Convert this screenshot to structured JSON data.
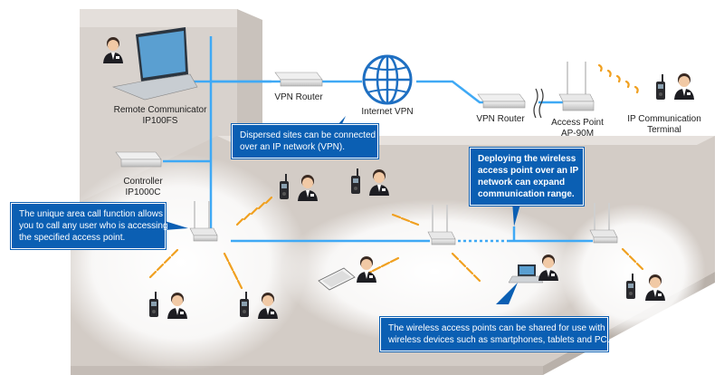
{
  "labels": {
    "remote_communicator": "Remote Communicator",
    "remote_model": "IP100FS",
    "vpn_router_left": "VPN Router",
    "internet_vpn": "Internet VPN",
    "vpn_router_right": "VPN Router",
    "access_point": "Access Point",
    "access_point_model": "AP-90M",
    "ip_terminal_line1": "IP Communication",
    "ip_terminal_line2": "Terminal",
    "controller": "Controller",
    "controller_model": "IP1000C"
  },
  "callouts": {
    "vpn_line1": "Dispersed sites can be connected",
    "vpn_line2": "over an IP network (VPN).",
    "expand_line1": "Deploying the wireless",
    "expand_line2": "access point over an IP",
    "expand_line3": "network can expand",
    "expand_line4": "communication range.",
    "area_line1": "The unique area call function allows",
    "area_line2": "you to call any user who is accessing",
    "area_line3": "the specified access point.",
    "shared_line1": "The wireless access points can be shared for use with",
    "shared_line2": "wireless devices such as smartphones, tablets and PC."
  },
  "colors": {
    "network_line": "#3fa9f5",
    "callout_bg": "#0b5fb3",
    "wall": "#d9d3ce",
    "wave": "#f0a020"
  }
}
